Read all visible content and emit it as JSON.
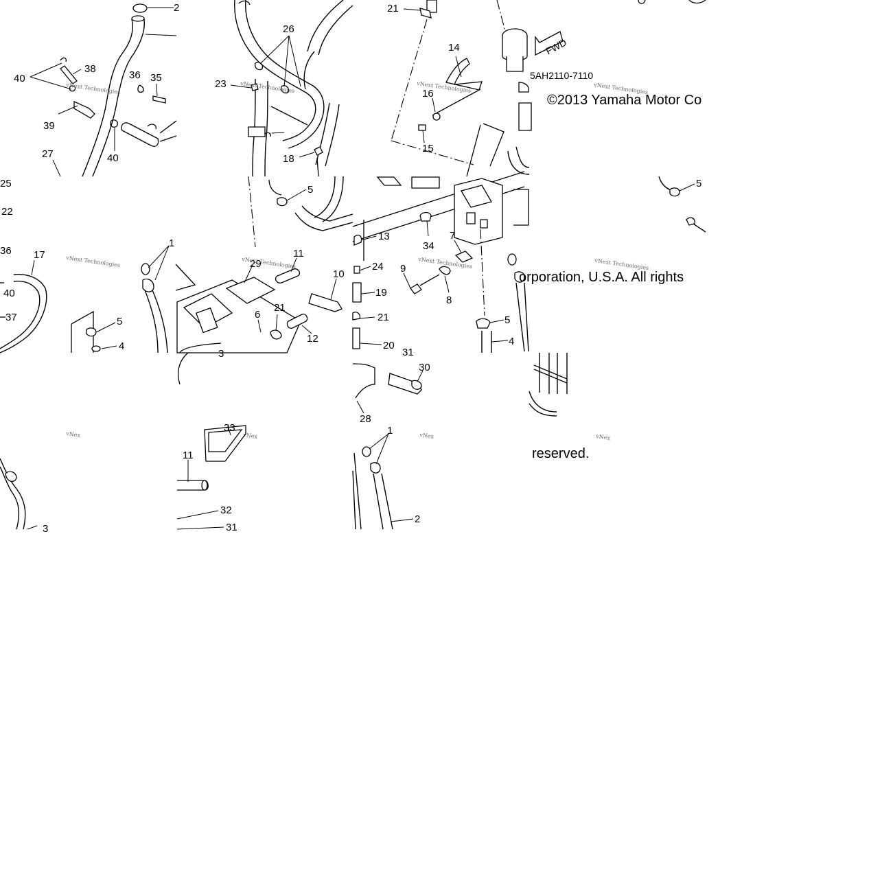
{
  "diagram": {
    "code": "5AH2110-7110",
    "fwd_label": "FWD",
    "copyright_line1": "©2013 Yamaha Motor Co",
    "copyright_line2": "orporation, U.S.A. All rights",
    "copyright_line3": "reserved.",
    "watermark": "vNext Technologies",
    "watermark_short": "vNex",
    "callouts": [
      "2",
      "26",
      "21",
      "14",
      "38",
      "40",
      "36",
      "35",
      "23",
      "16",
      "39",
      "15",
      "18",
      "40",
      "27",
      "5",
      "25",
      "5",
      "22",
      "13",
      "34",
      "7",
      "36",
      "17",
      "1",
      "29",
      "11",
      "24",
      "10",
      "9",
      "19",
      "40",
      "37",
      "5",
      "4",
      "21",
      "6",
      "21",
      "8",
      "12",
      "5",
      "3",
      "20",
      "4",
      "31",
      "30",
      "28",
      "33",
      "1",
      "11",
      "32",
      "31",
      "2",
      "3"
    ]
  }
}
